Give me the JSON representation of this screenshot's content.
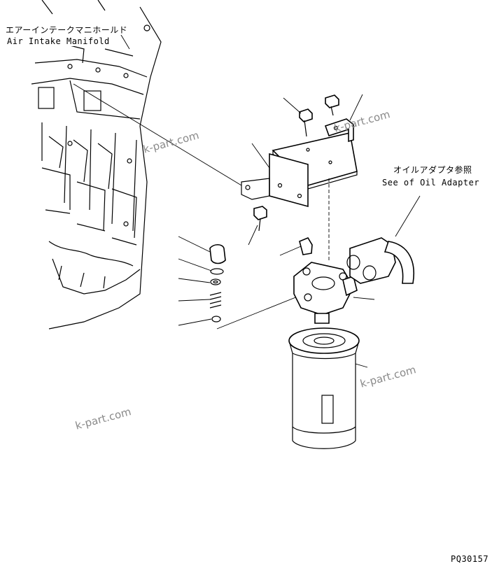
{
  "labels": {
    "manifold_jp": "エアーインテークマニホールド",
    "manifold_en": "Air Intake Manifold",
    "adapter_jp": "オイルアダプタ参照",
    "adapter_en": "See of Oil Adapter",
    "figure_code": "PQ30157"
  },
  "watermarks": [
    "k-part.com",
    "k-part.com",
    "k-part.com",
    "k-part.com"
  ]
}
